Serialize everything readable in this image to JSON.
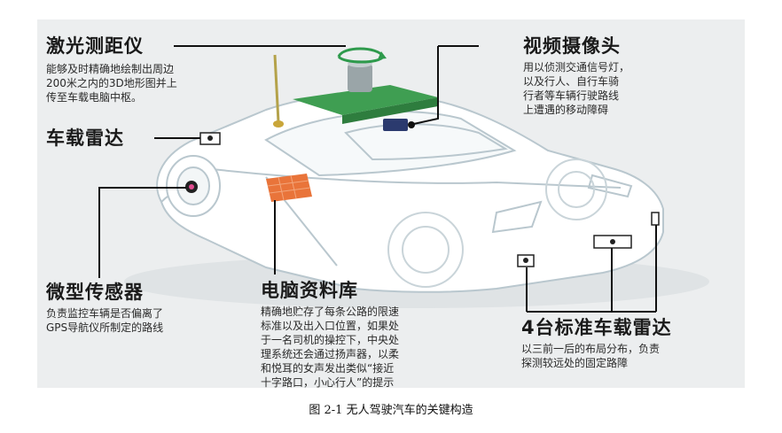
{
  "callouts": {
    "laser": {
      "title": "激光测距仪",
      "desc": "能够及时精确地绘制出周边\n200米之内的3D地形图并上\n传至车载电脑中枢。"
    },
    "camera": {
      "title": "视频摄像头",
      "desc": "用以侦测交通信号灯，\n以及行人、自行车骑\n行者等车辆行驶路线\n上遭遇的移动障碍"
    },
    "radar": {
      "title": "车载雷达",
      "desc": ""
    },
    "sensor": {
      "title": "微型传感器",
      "desc": "负责监控车辆是否偏离了\nGPS导航仪所制定的路线"
    },
    "computer": {
      "title": "电脑资料库",
      "desc": "精确地贮存了每条公路的限速\n标准以及出入口位置，如果处\n于一名司机的操控下，中央处\n理系统还会通过扬声器，以柔\n和悦耳的女声发出类似“接近\n十字路口，小心行人”的提示"
    },
    "radar4": {
      "title": "4台标准车载雷达",
      "desc": "以三前一后的布局分布，负责\n探测较远处的固定路障"
    }
  },
  "caption": "图 2-1  无人驾驶汽车的关键构造",
  "colors": {
    "car_outline": "#b9c7ce",
    "car_body": "#ffffff",
    "roof_rack": "#3f9e52",
    "laser_unit": "#9aa5a8",
    "laser_ring": "#2e9a4c",
    "computer_box": "#e9743a",
    "pointer": "#111111",
    "panel_background": "#eceeef"
  }
}
